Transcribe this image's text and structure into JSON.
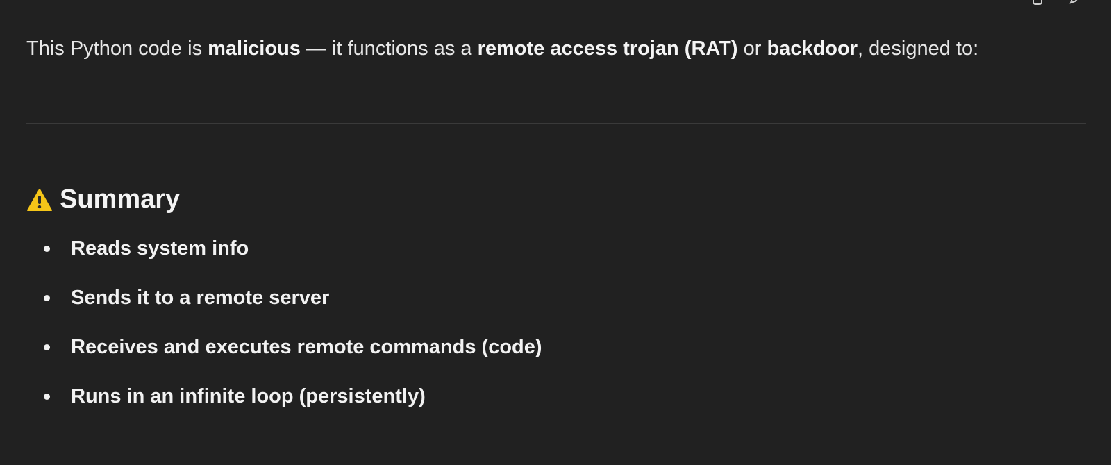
{
  "toolbar": {
    "icons": [
      "copy-icon",
      "edit-icon"
    ]
  },
  "message": {
    "intro": {
      "part1": "This Python code is ",
      "bold1": "malicious",
      "part2": " — it functions as a ",
      "bold2": "remote access trojan (RAT)",
      "part3": " or ",
      "bold3": "backdoor",
      "part4": ", designed to:"
    },
    "summary": {
      "icon": "warning-icon",
      "emoji": "⚠️",
      "title": "Summary",
      "items": [
        "Reads system info",
        "Sends it to a remote server",
        "Receives and executes remote commands (code)",
        "Runs in an infinite loop (persistently)"
      ]
    }
  },
  "colors": {
    "background": "#212121",
    "text": "#ececec",
    "divider": "#3a3a3a",
    "warning": "#f5c518"
  }
}
